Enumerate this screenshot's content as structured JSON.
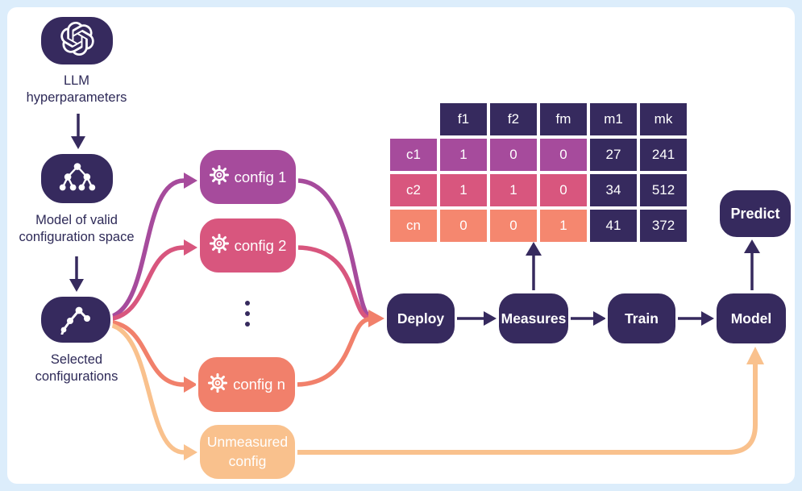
{
  "left_column": {
    "llm": {
      "icon": "openai-icon",
      "label_line1": "LLM",
      "label_line2": "hyperparameters"
    },
    "config_space": {
      "icon": "tree-icon",
      "label_line1": "Model of valid",
      "label_line2": "configuration space"
    },
    "selected": {
      "icon": "route-icon",
      "label_line1": "Selected",
      "label_line2": "configurations"
    }
  },
  "configs": [
    {
      "icon": "gear-icon",
      "label": "config 1",
      "color": "#a64b9c"
    },
    {
      "icon": "gear-icon",
      "label": "config 2",
      "color": "#d8567e"
    },
    {
      "icon": "gear-icon",
      "label": "config n",
      "color": "#f1806b"
    }
  ],
  "unmeasured": {
    "label_line1": "Unmeasured",
    "label_line2": "config",
    "color": "#f9c18d"
  },
  "pipeline": {
    "deploy": "Deploy",
    "measures": "Measures",
    "train": "Train",
    "model": "Model",
    "predict": "Predict"
  },
  "table": {
    "headers": [
      "",
      "f1",
      "f2",
      "fm",
      "m1",
      "mk"
    ],
    "rows": [
      {
        "label": "c1",
        "cells": [
          "1",
          "0",
          "0",
          "27",
          "241"
        ],
        "color": "#a64b9c"
      },
      {
        "label": "c2",
        "cells": [
          "1",
          "1",
          "0",
          "34",
          "512"
        ],
        "color": "#d8567e"
      },
      {
        "label": "cn",
        "cells": [
          "0",
          "0",
          "1",
          "41",
          "372"
        ],
        "color": "#f5876f"
      }
    ]
  },
  "colors": {
    "dark_node": "#362a5e",
    "purple": "#a64b9c",
    "pink": "#d8567e",
    "coral": "#f1806b",
    "light_orange": "#f9c18d",
    "background": "#dcedfb",
    "panel": "#ffffff",
    "label_text": "#2e2a58"
  }
}
